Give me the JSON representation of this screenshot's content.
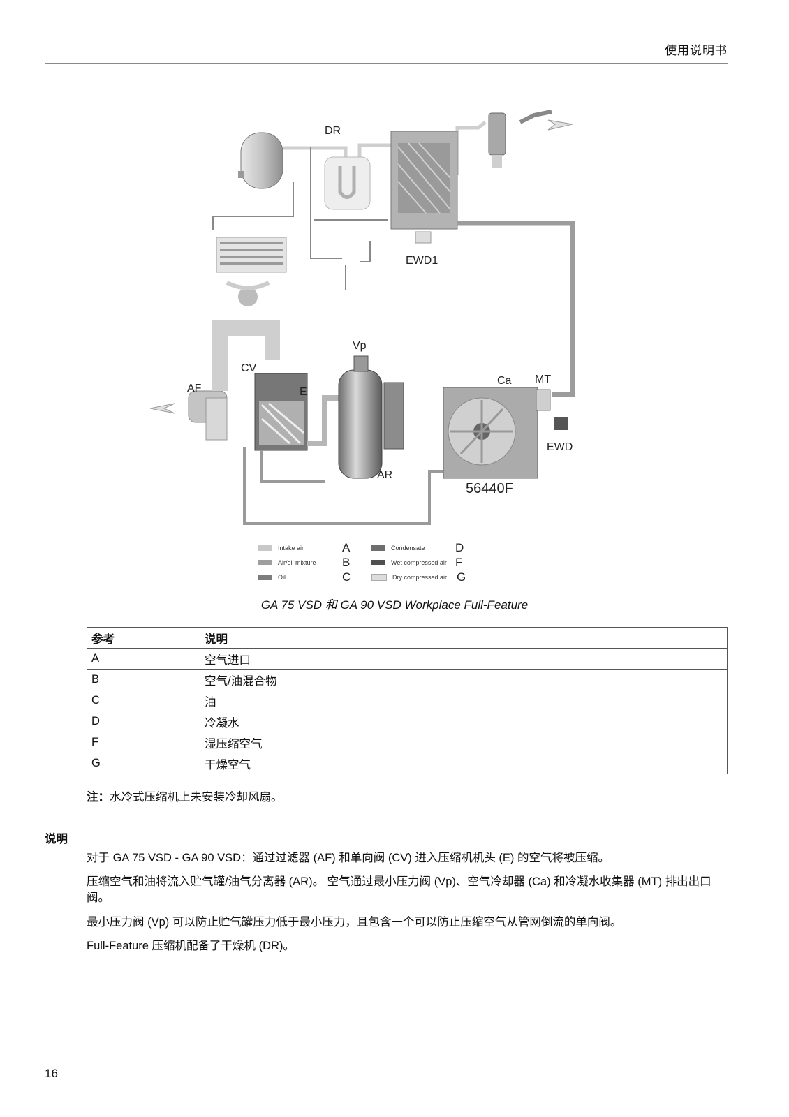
{
  "header": {
    "title": "使用说明书"
  },
  "diagram": {
    "labels": {
      "dr": "DR",
      "ewd1": "EWD1",
      "vp": "Vp",
      "cv": "CV",
      "af": "AF",
      "e": "E",
      "ca": "Ca",
      "mt": "MT",
      "ewd": "EWD",
      "ar": "AR",
      "figure_id": "56440F"
    },
    "legend": [
      {
        "text": "Intake air",
        "letter": "A",
        "color": "#c8c8c8"
      },
      {
        "text": "Air/oil mixture",
        "letter": "B",
        "color": "#9e9e9e"
      },
      {
        "text": "Oil",
        "letter": "C",
        "color": "#7d7d7d"
      },
      {
        "text": "Condensate",
        "letter": "D",
        "color": "#6e6e6e"
      },
      {
        "text": "Wet compressed air",
        "letter": "F",
        "color": "#4f4f4f"
      },
      {
        "text": "Dry compressed air",
        "letter": "G",
        "color": "#dcdcdc"
      }
    ]
  },
  "caption": "GA 75 VSD 和 GA 90 VSD Workplace Full-Feature",
  "table": {
    "headers": [
      "参考",
      "说明"
    ],
    "rows": [
      [
        "A",
        "空气进口"
      ],
      [
        "B",
        "空气/油混合物"
      ],
      [
        "C",
        "油"
      ],
      [
        "D",
        "冷凝水"
      ],
      [
        "F",
        "湿压缩空气"
      ],
      [
        "G",
        "干燥空气"
      ]
    ]
  },
  "note": {
    "label": "注：",
    "text": "水冷式压缩机上未安装冷却风扇。"
  },
  "section_heading": "说明",
  "paragraphs": [
    "对于 GA 75 VSD - GA 90 VSD：通过过滤器 (AF) 和单向阀 (CV) 进入压缩机机头 (E) 的空气将被压缩。",
    "压缩空气和油将流入贮气罐/油气分离器 (AR)。 空气通过最小压力阀 (Vp)、空气冷却器 (Ca) 和冷凝水收集器 (MT) 排出出口阀。",
    "最小压力阀 (Vp) 可以防止贮气罐压力低于最小压力，且包含一个可以防止压缩空气从管网倒流的单向阀。",
    "Full-Feature 压缩机配备了干燥机 (DR)。"
  ],
  "page_number": "16"
}
